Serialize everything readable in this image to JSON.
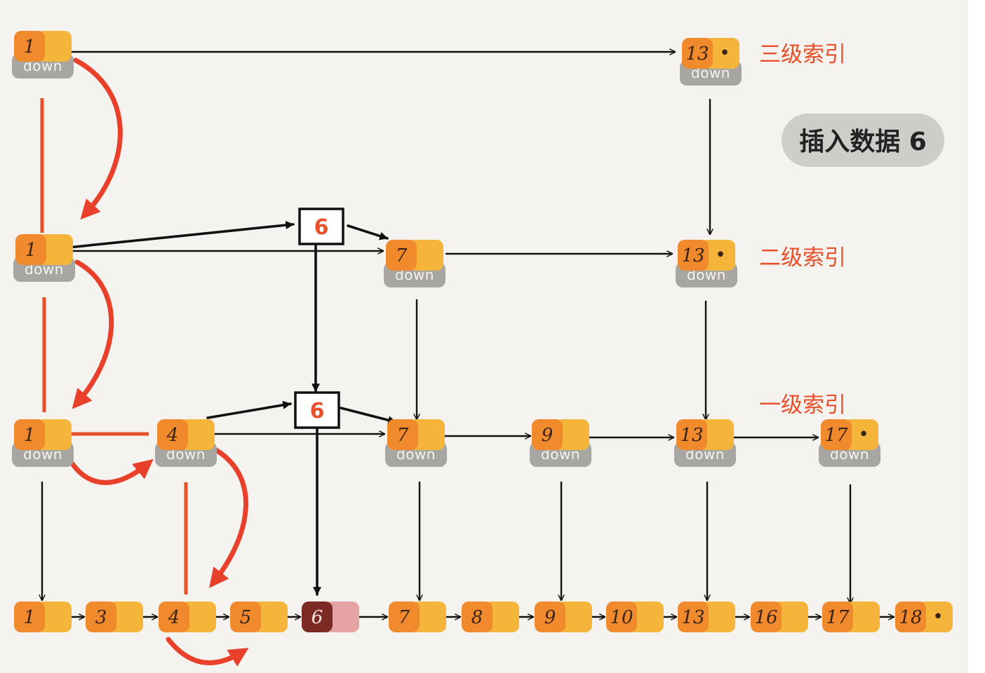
{
  "diagram": {
    "badge": "插入数据 6",
    "level_labels": {
      "level3": "三级索引",
      "level2": "二级索引",
      "level1": "一级索引"
    },
    "down_label": "down",
    "null_marker": "•",
    "level3_nodes": [
      "1",
      "13"
    ],
    "level2_nodes": [
      "1",
      "7",
      "13"
    ],
    "level1_nodes": [
      "1",
      "4",
      "7",
      "9",
      "13",
      "17"
    ],
    "base_nodes": [
      "1",
      "3",
      "4",
      "5",
      "6",
      "7",
      "8",
      "9",
      "10",
      "13",
      "16",
      "17",
      "18"
    ],
    "inserted_level2": "6",
    "inserted_level1": "6",
    "inserted_value": "6"
  },
  "colors": {
    "background": "#f5f3ef",
    "node_value": "#f08a2c",
    "node_pointer": "#f5b53a",
    "down_box": "#a8a6a2",
    "inserted_value": "#7d2a25",
    "inserted_pointer": "#e6a3a3",
    "search_path": "#e8402a",
    "arrow": "#111111",
    "label": "#e8502a"
  }
}
